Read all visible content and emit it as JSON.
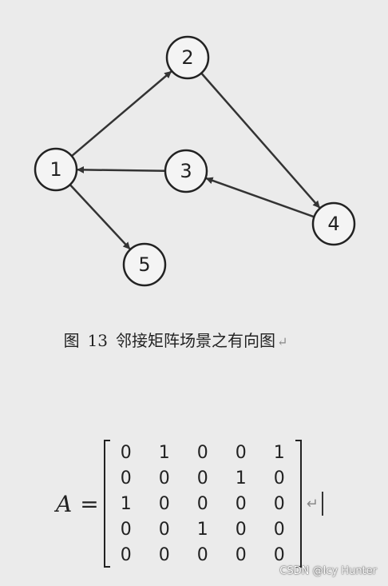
{
  "graph": {
    "nodes": [
      {
        "id": "1",
        "label": "1"
      },
      {
        "id": "2",
        "label": "2"
      },
      {
        "id": "3",
        "label": "3"
      },
      {
        "id": "4",
        "label": "4"
      },
      {
        "id": "5",
        "label": "5"
      }
    ],
    "edges": [
      {
        "from": "1",
        "to": "2"
      },
      {
        "from": "2",
        "to": "4"
      },
      {
        "from": "4",
        "to": "3"
      },
      {
        "from": "3",
        "to": "1"
      },
      {
        "from": "1",
        "to": "5"
      }
    ]
  },
  "caption": {
    "prefix": "图",
    "number": "13",
    "text": "邻接矩阵场景之有向图",
    "return_mark": "↵"
  },
  "equation": {
    "symbol": "A",
    "equals": "=",
    "rows": [
      [
        "0",
        "1",
        "0",
        "0",
        "1"
      ],
      [
        "0",
        "0",
        "0",
        "1",
        "0"
      ],
      [
        "1",
        "0",
        "0",
        "0",
        "0"
      ],
      [
        "0",
        "0",
        "1",
        "0",
        "0"
      ],
      [
        "0",
        "0",
        "0",
        "0",
        "0"
      ]
    ],
    "return_mark": "↵"
  },
  "watermark": "CSDN @Icy Hunter"
}
